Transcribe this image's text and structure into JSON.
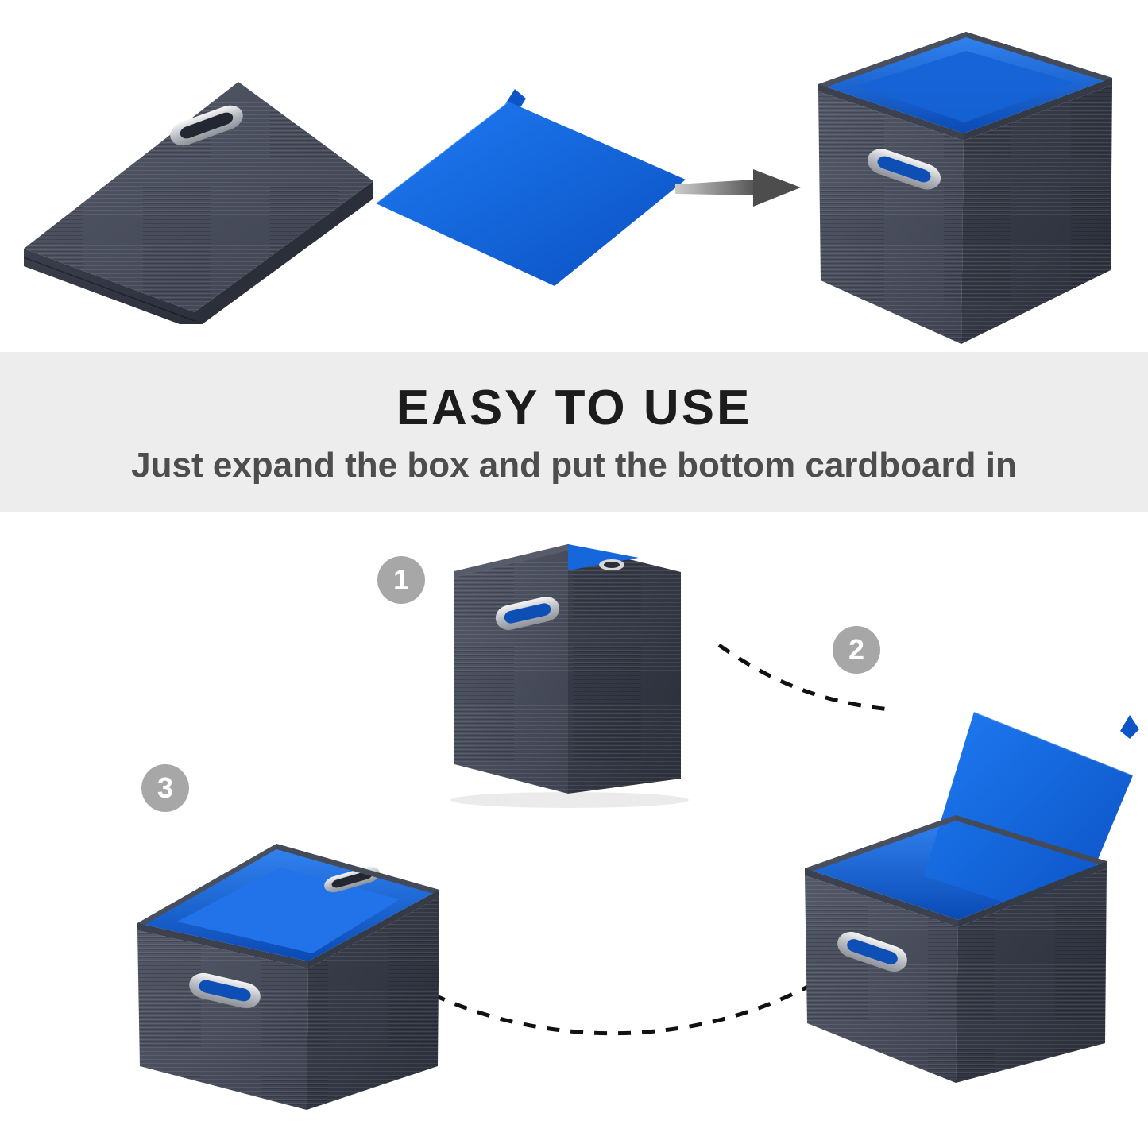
{
  "banner": {
    "title": "EASY TO USE",
    "subtitle": "Just expand the box and put the bottom cardboard in"
  },
  "steps": [
    {
      "number": "1"
    },
    {
      "number": "2"
    },
    {
      "number": "3"
    }
  ],
  "colors": {
    "fabric_gray": "#474c5a",
    "fabric_shadow": "#2e323d",
    "cardboard_blue": "#1160d8",
    "interior_blue": "#1565d8",
    "metal_silver": "#c4c7cd",
    "badge_gray": "#a7a7a7",
    "banner_background": "#ededed",
    "title_text": "#1c1c1c",
    "subtitle_text": "#4d4d4d",
    "arrow_gray": "#6b6b6b",
    "connector_black": "#111111"
  },
  "icons": {
    "arrow": "right-arrow",
    "handle": "metal-grommet-handle"
  }
}
